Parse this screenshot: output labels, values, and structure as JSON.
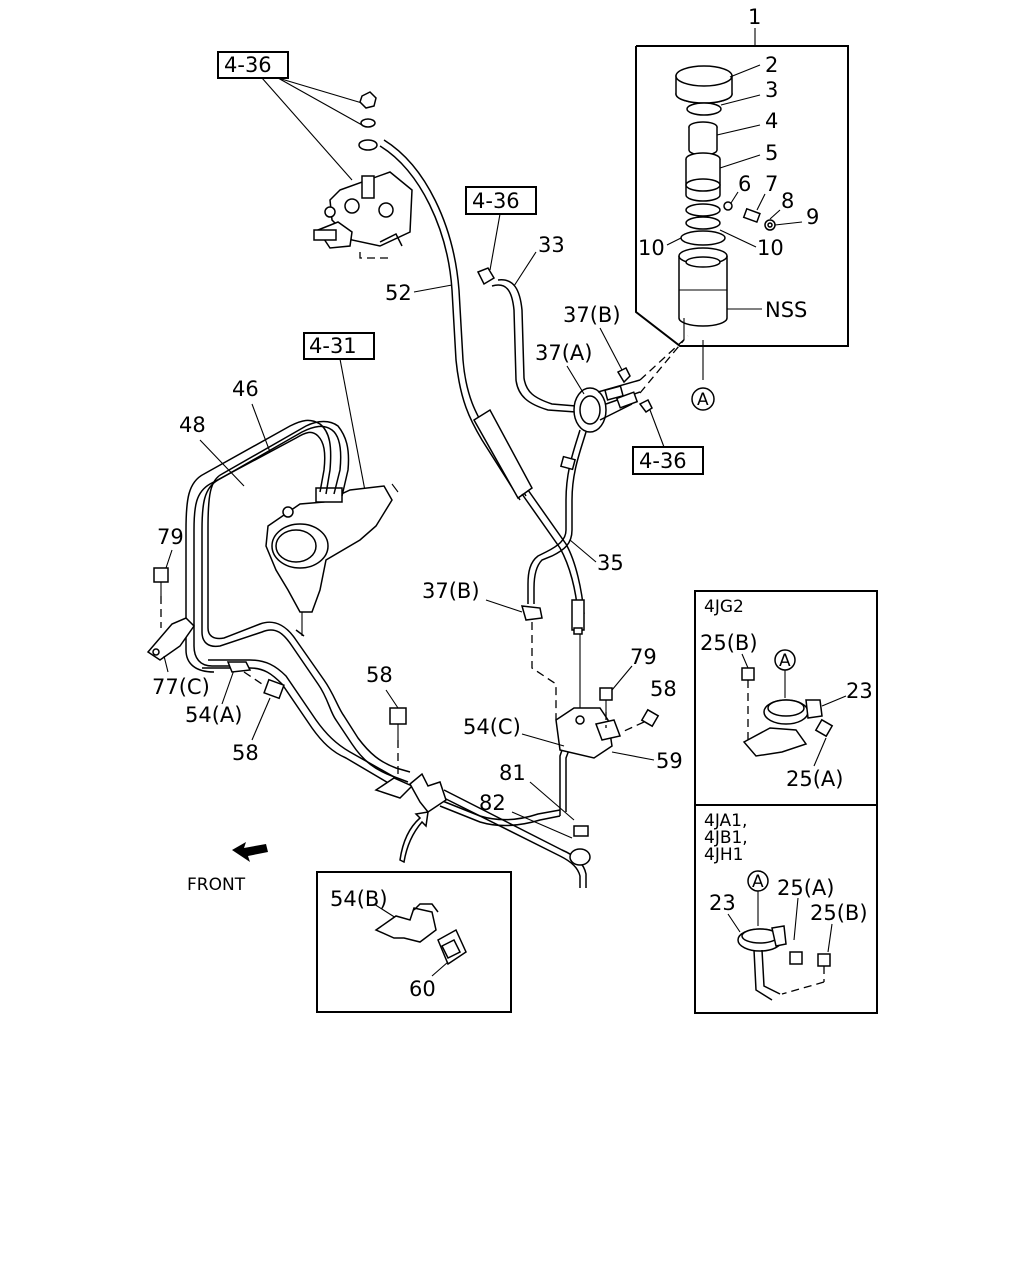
{
  "callouts": {
    "c1": "1",
    "c2": "2",
    "c3": "3",
    "c4": "4",
    "c5": "5",
    "c6": "6",
    "c7": "7",
    "c8": "8",
    "c9": "9",
    "c10a": "10",
    "c10b": "10",
    "nss": "NSS",
    "ref436a": "4-36",
    "ref436b": "4-36",
    "ref436c": "4-36",
    "ref431": "4-31",
    "c33": "33",
    "c52": "52",
    "c37b_top": "37(B)",
    "c37a": "37(A)",
    "c46": "46",
    "c48": "48",
    "c79a": "79",
    "c77c": "77(C)",
    "c54a": "54(A)",
    "c58a": "58",
    "c58b": "58",
    "c58c": "58",
    "c35": "35",
    "c37b_mid": "37(B)",
    "c79b": "79",
    "c54c": "54(C)",
    "c59": "59",
    "c81": "81",
    "c82": "82",
    "c54b": "54(B)",
    "c60": "60",
    "front": "FRONT",
    "circA_main": "A"
  },
  "inset_4jg2": {
    "title": "4JG2",
    "c25b": "25(B)",
    "c23": "23",
    "c25a": "25(A)",
    "circA": "A"
  },
  "inset_4ja1": {
    "title_line1": "4JA1,",
    "title_line2": "4JB1,",
    "title_line3": "4JH1",
    "c23": "23",
    "c25a": "25(A)",
    "c25b": "25(B)",
    "circA": "A"
  }
}
